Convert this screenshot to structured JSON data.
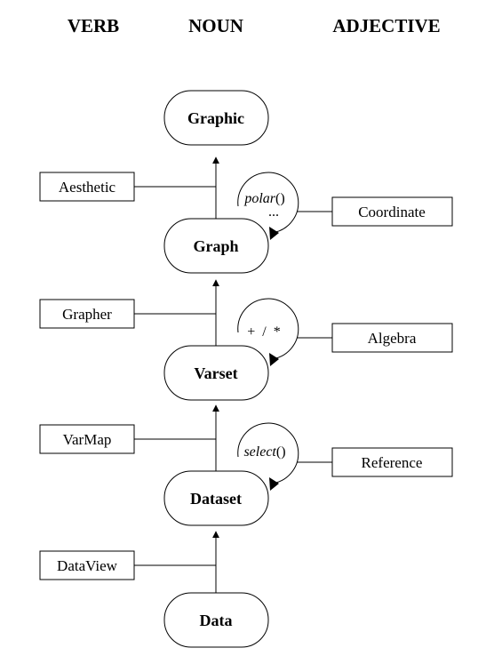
{
  "headers": {
    "verb": "VERB",
    "noun": "NOUN",
    "adjective": "ADJECTIVE"
  },
  "nouns": {
    "graphic": "Graphic",
    "graph": "Graph",
    "varset": "Varset",
    "dataset": "Dataset",
    "data": "Data"
  },
  "verbs": {
    "aesthetic": "Aesthetic",
    "grapher": "Grapher",
    "varmap": "VarMap",
    "dataview": "DataView"
  },
  "adjectives": {
    "coordinate": "Coordinate",
    "algebra": "Algebra",
    "reference": "Reference"
  },
  "operators": {
    "polar_name": "polar",
    "polar_parens": "()",
    "polar_ellipsis": "...",
    "algebra_ops": "+  /  *",
    "select_name": "select",
    "select_parens": "()"
  }
}
